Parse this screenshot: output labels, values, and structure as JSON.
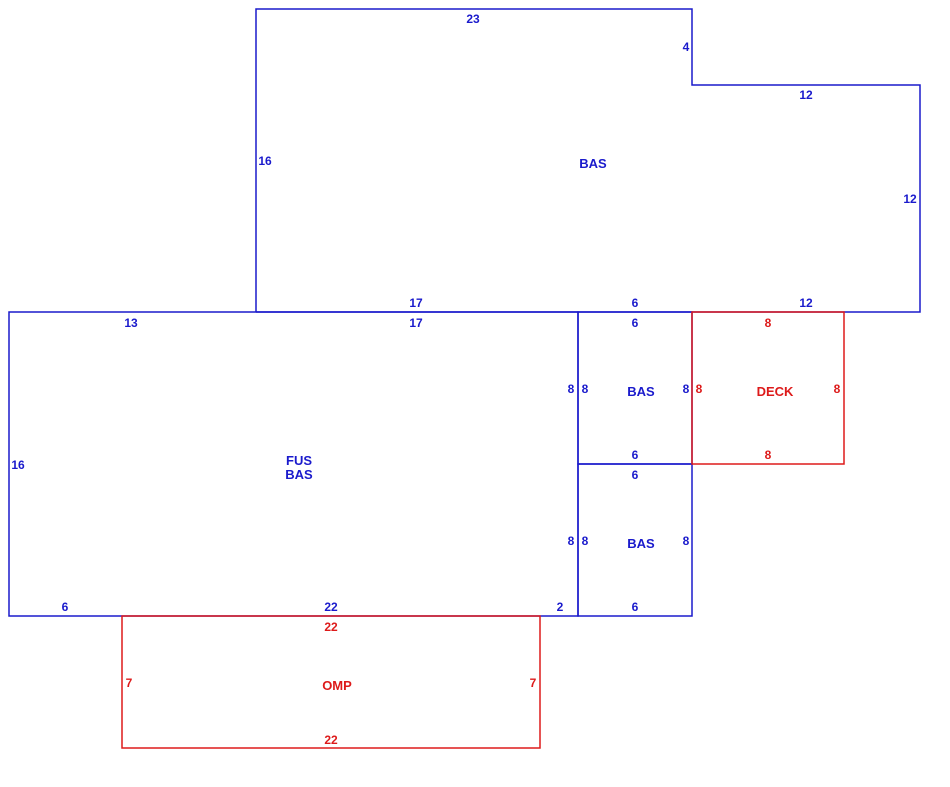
{
  "colors": {
    "living": "#1a1acc",
    "exterior": "#dd1a1a"
  },
  "areas": [
    {
      "id": "bas-upper",
      "label": "BAS",
      "color": "living",
      "dims": {
        "top": "23",
        "notch_right": "4",
        "notch_top": "12",
        "right": "12",
        "bottom_right": "12",
        "bottom_mid": "6",
        "bottom_left": "17",
        "left": "16"
      }
    },
    {
      "id": "fus-bas",
      "label_line1": "FUS",
      "label_line2": "BAS",
      "color": "living",
      "dims": {
        "top_left": "13",
        "top_right": "17",
        "left": "16",
        "right_upper": "8",
        "right_lower": "8",
        "bottom_left": "6",
        "bottom_mid": "22",
        "bottom_right": "2"
      }
    },
    {
      "id": "bas-small-upper",
      "label": "BAS",
      "color": "living",
      "dims": {
        "top": "6",
        "left": "8",
        "right": "8",
        "bottom": "6"
      }
    },
    {
      "id": "bas-small-lower",
      "label": "BAS",
      "color": "living",
      "dims": {
        "top": "6",
        "left": "8",
        "right": "8",
        "bottom": "6"
      }
    },
    {
      "id": "deck",
      "label": "DECK",
      "color": "exterior",
      "dims": {
        "top": "8",
        "left": "8",
        "right": "8",
        "bottom": "8"
      }
    },
    {
      "id": "omp",
      "label": "OMP",
      "color": "exterior",
      "dims": {
        "top": "22",
        "left": "7",
        "right": "7",
        "bottom": "22"
      }
    }
  ]
}
